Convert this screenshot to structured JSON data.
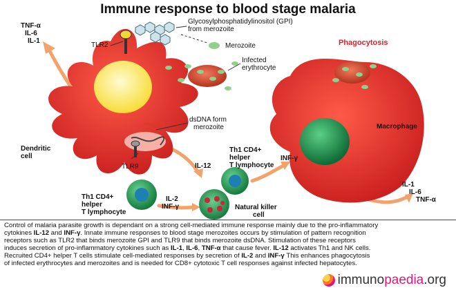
{
  "title": "Immune response to blood stage malaria",
  "labels": {
    "tnf_dc": "TNF-α",
    "il6_dc": "IL-6",
    "il1_dc": "IL-1",
    "tlr2": "TLR2",
    "gpi_line1": "Glycosylphosphatidylinositol (GPI)",
    "gpi_line2": "from merozoite",
    "merozoite": "Merozoite",
    "infected_line1": "Infected",
    "infected_line2": "erythrocyte",
    "phagocytosis": "Phagocytosis",
    "dsdna_line1": "dsDNA form",
    "dsdna_line2": "merozoite",
    "dendritic_line1": "Dendritic",
    "dendritic_line2": "cell",
    "tlr9": "TLR9",
    "il12": "IL-12",
    "th1_top_line1": "Th1 CD4+",
    "th1_top_line2": "helper",
    "th1_top_line3": "T lymphocyte",
    "ifn_top": "INF-γ",
    "macrophage": "Macrophage",
    "il1_mac": "IL-1",
    "il6_mac": "IL-6",
    "tnf_mac": "TNF-α",
    "th1_bottom_line1": "Th1 CD4+",
    "th1_bottom_line2": "helper",
    "th1_bottom_line3": "T lymphocyte",
    "il2": "IL-2",
    "ifn_bottom": "INF-γ",
    "nk_line1": "Natural killer",
    "nk_line2": "cell"
  },
  "caption": [
    "Control of malaria parasite growth is dependant on a strong cell-mediated immune response mainly due to the pro-inflammatory",
    "cytokines ",
    "IL-12",
    " and ",
    "INF-γ",
    ". Innate immune responses to blood stage merozoites occurs by stimulation of pattern recognition",
    "receptors such as TLR2 that binds merozoite GPI and TLR9 that binds merozoite dsDNA. Stimulation of these receptors",
    "induces secretion of pro-inflammatory cytokines such as ",
    "IL-1",
    ", ",
    "IL-6",
    ", ",
    "TNF-α",
    " that cause fever. ",
    "IL-12",
    " activates Th1 and NK cells.",
    "Recruited CD4+ helper T cells stimulate cell-mediated responses by secretion of ",
    "IL-2",
    " and ",
    "INF-γ",
    " This enhances phagocytosis",
    "of infected erythrocytes and merozoites and is needed for CD8+ cytotoxic T cell responses against infected hepatocytes."
  ],
  "logo": {
    "part1": "immuno",
    "part2": "paedia",
    "part3": ".org"
  },
  "colors": {
    "cell_red": "#d92b26",
    "nucleus_yellow": "#fff176",
    "nucleus_green": "#1f8a4c",
    "arrow_orange": "#f2a36b",
    "pink_accent": "#e5157a"
  }
}
